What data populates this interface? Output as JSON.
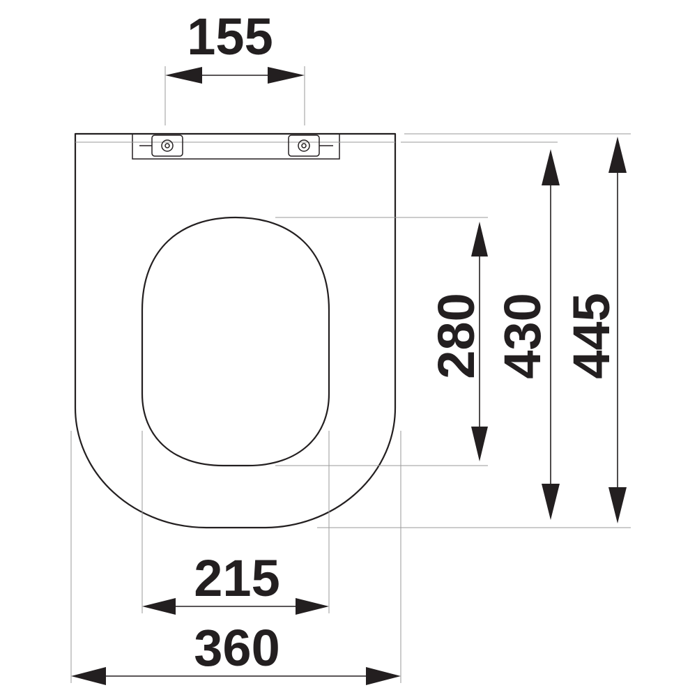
{
  "dimensions": {
    "hinge_spacing": "155",
    "opening_width": "215",
    "overall_width": "360",
    "opening_length": "280",
    "seat_length": "430",
    "overall_length": "445"
  }
}
